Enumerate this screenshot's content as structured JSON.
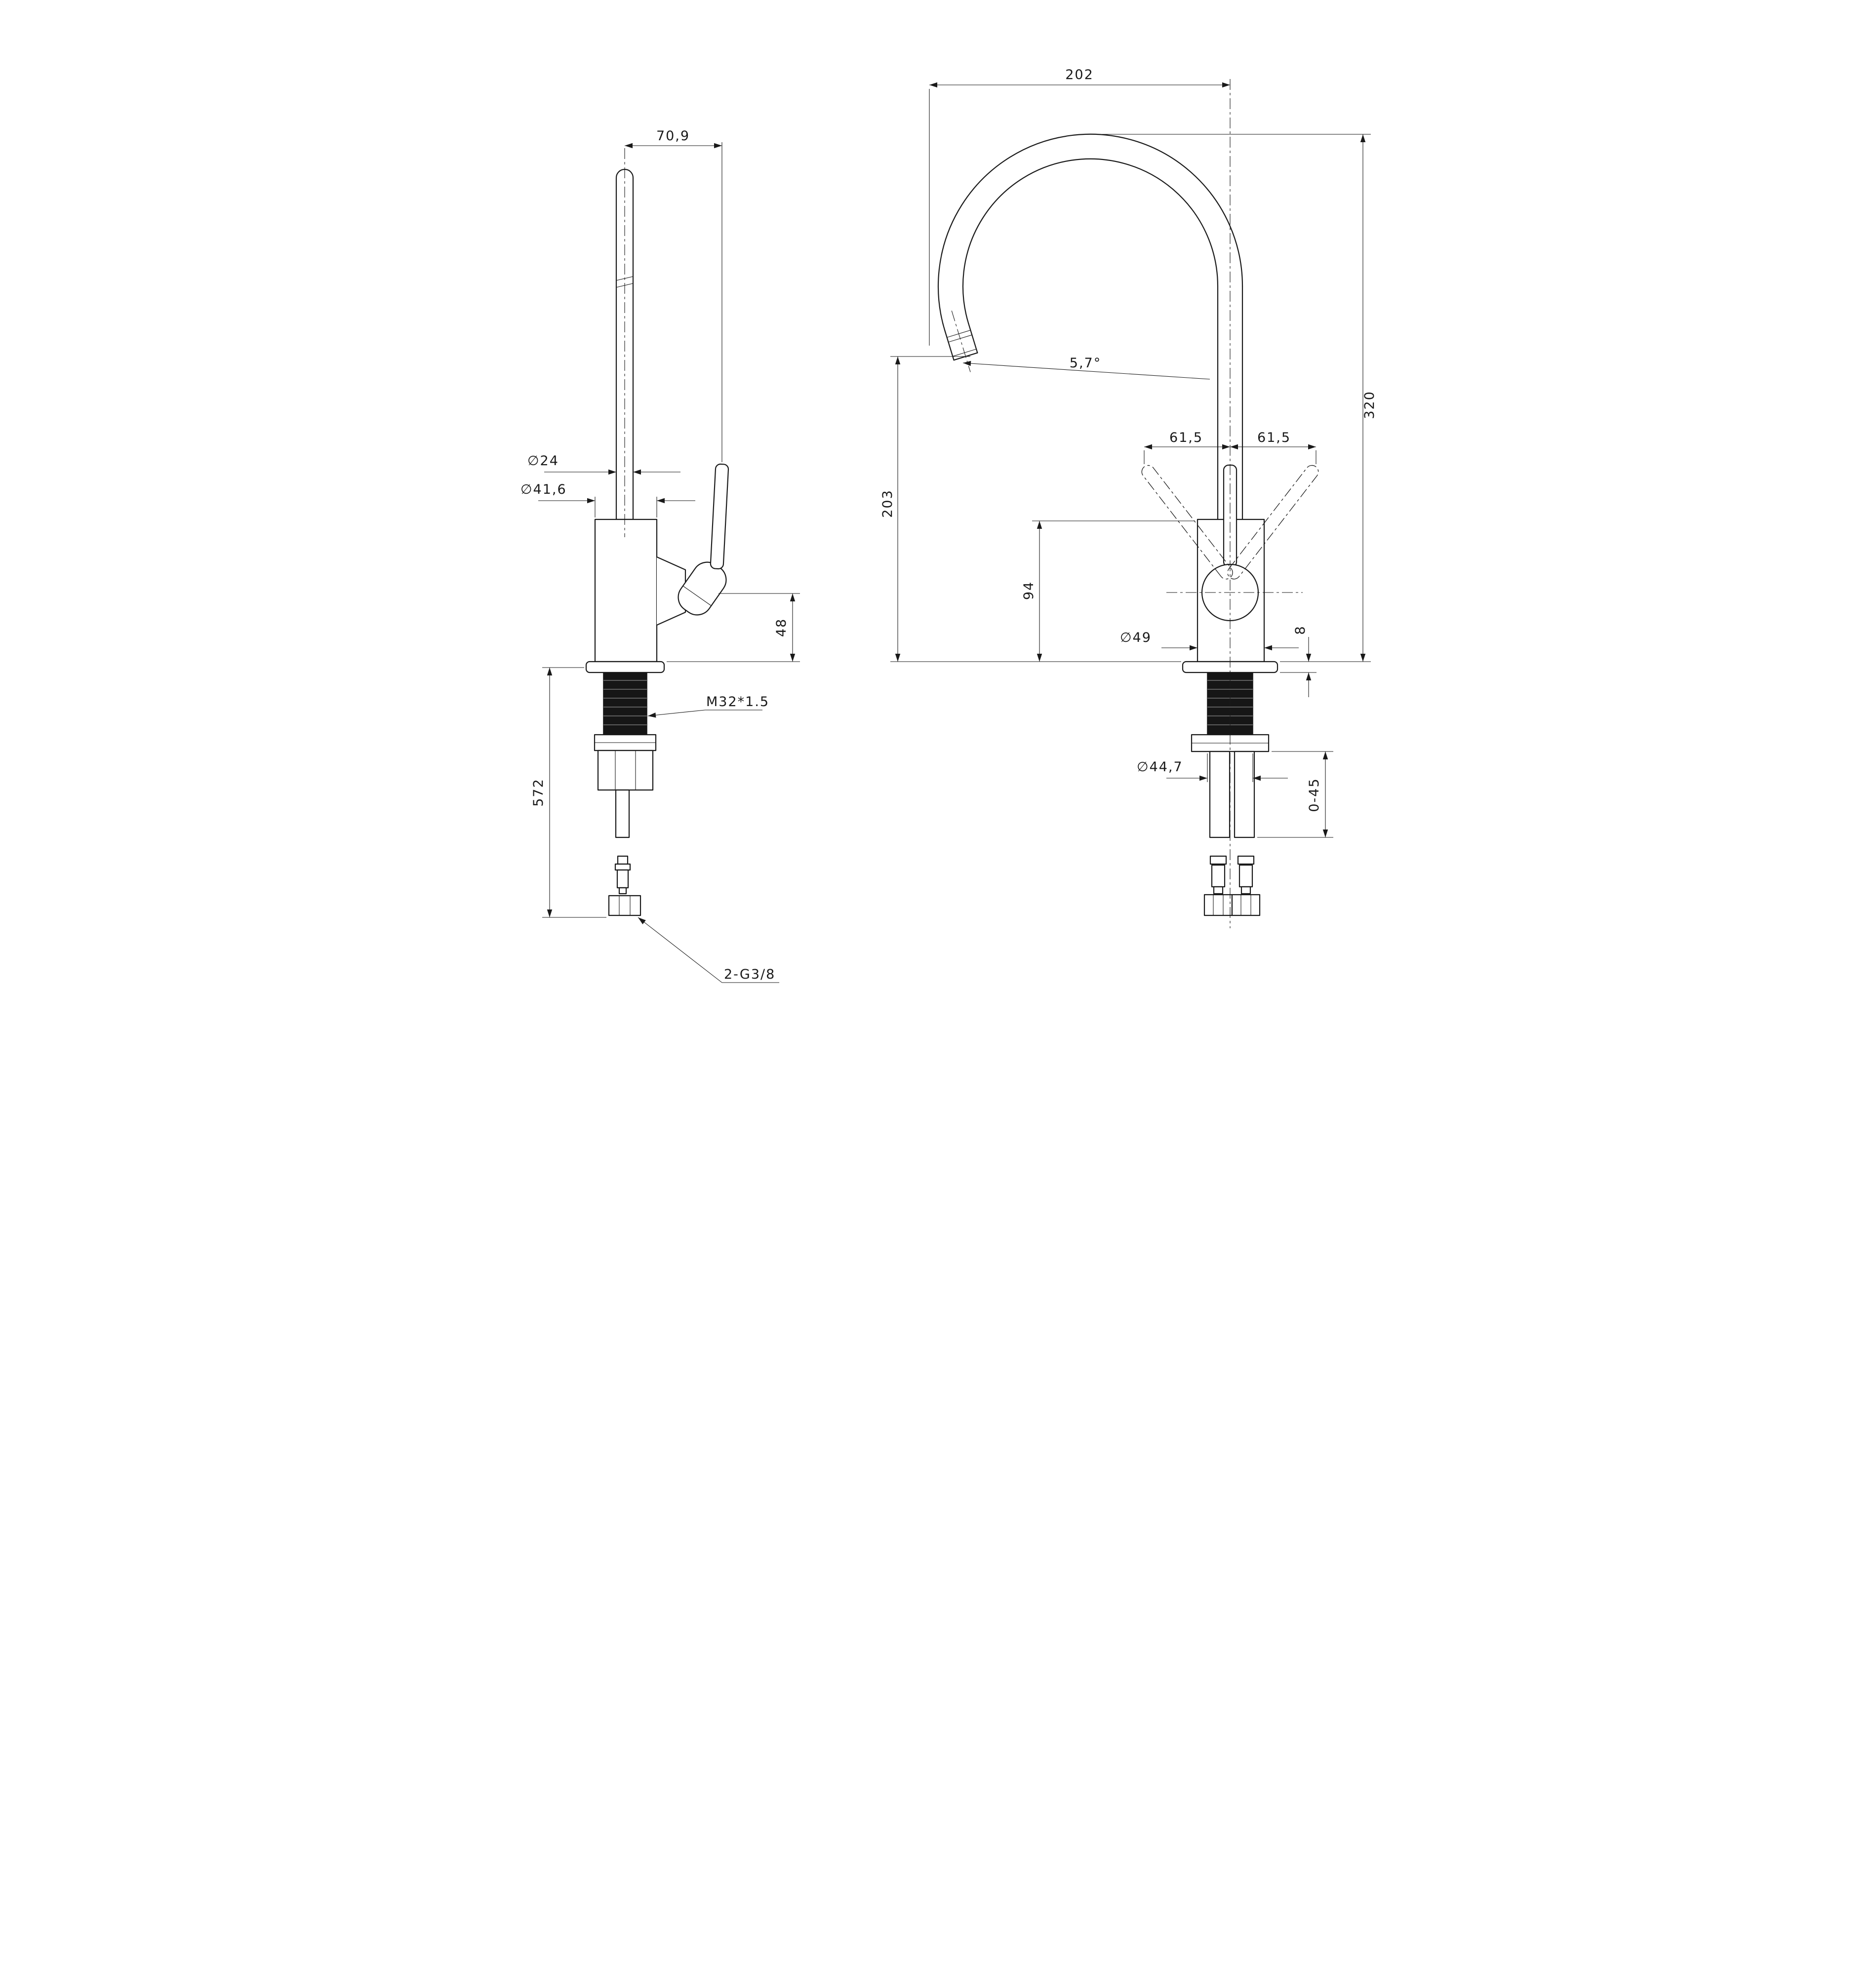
{
  "dims": {
    "spout_offset": "70,9",
    "tube_dia": "∅24",
    "body_dia": "∅41,6",
    "handle_height": "48",
    "thread_spec": "M32*1.5",
    "total_height": "572",
    "inlet_spec": "2-G3/8",
    "reach": "202",
    "tip_angle": "5,7°",
    "swing_left": "61,5",
    "swing_right": "61,5",
    "outlet_height": "203",
    "spout_height": "320",
    "body_height": "94",
    "cap_dia": "∅49",
    "flange_thickness": "8",
    "shank_dia": "∅44,7",
    "deck_range": "0-45"
  },
  "colors": {
    "line": "#1a1a1a",
    "background": "#ffffff"
  }
}
